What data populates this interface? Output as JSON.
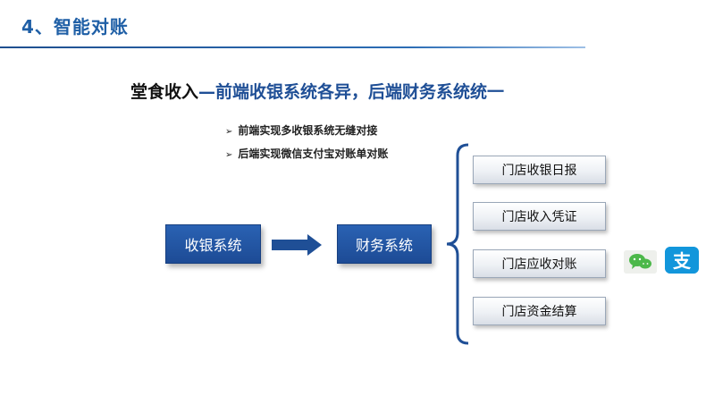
{
  "slide": {
    "title": "4、智能对账"
  },
  "headline": {
    "lead": "堂食收入",
    "rest": "—前端收银系统各异，后端财务系统统一"
  },
  "bullets": [
    {
      "marker": "➢",
      "text": "前端实现多收银系统无缝对接"
    },
    {
      "marker": "➢",
      "text": "后端实现微信支付宝对账单对账"
    }
  ],
  "flow": {
    "source": "收银系统",
    "target": "财务系统"
  },
  "reports": [
    "门店收银日报",
    "门店收入凭证",
    "门店应收对账",
    "门店资金结算"
  ],
  "payment_icons": [
    "wechat-logo",
    "alipay-logo"
  ],
  "colors": {
    "title": "#1f5fa6",
    "accent_blue": "#1f4f96",
    "box_fill": "#2a62b3"
  }
}
